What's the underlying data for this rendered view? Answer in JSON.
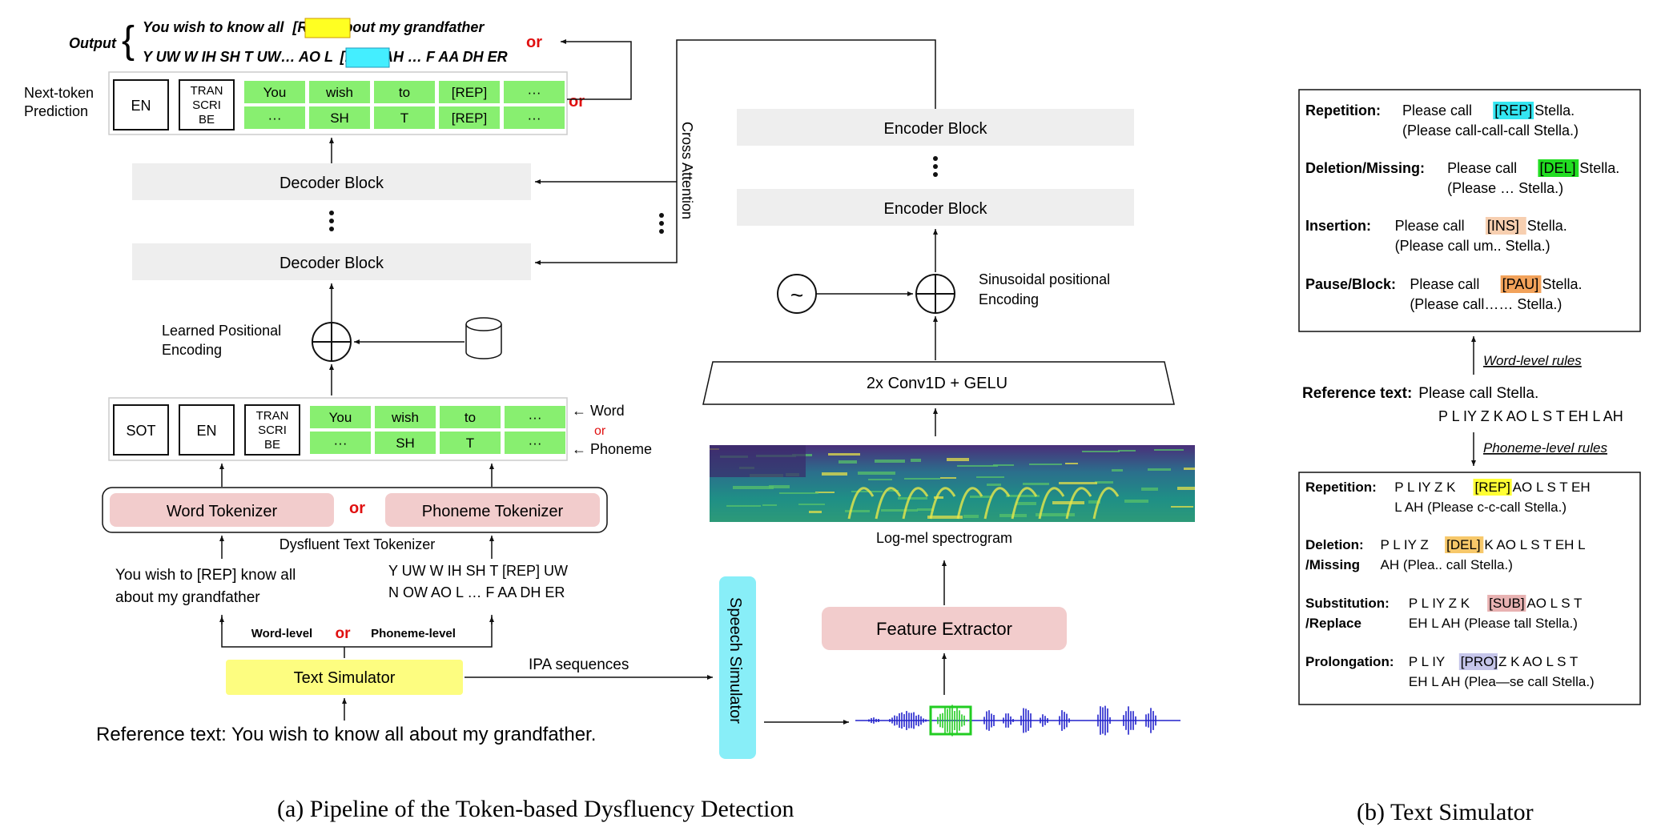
{
  "output": {
    "label": "Output",
    "line1_pre": "You wish to know all ",
    "line1_tag": "[REP]",
    "line1_post": " about my grandfather",
    "line2_pre": "Y UW W IH SH T UW… AO L ",
    "line2_tag": "[REP]",
    "line2_post": " AH … F AA DH ER",
    "or_label": "or"
  },
  "next_token": {
    "label_line1": "Next-token",
    "label_line2": "Prediction",
    "en": "EN",
    "transcribe": [
      "TRAN",
      "SCRI",
      "BE"
    ],
    "word_row": [
      "You",
      "wish",
      "to",
      "[REP]",
      "···"
    ],
    "phoneme_row": [
      "···",
      "SH",
      "T",
      "[REP]",
      "···"
    ],
    "or_label": "or"
  },
  "decoder": {
    "block_label": "Decoder Block",
    "cross_attention": "Cross Attention"
  },
  "learned_pe": {
    "line1": "Learned Positional",
    "line2": "Encoding"
  },
  "input_tokens": {
    "sot": "SOT",
    "en": "EN",
    "transcribe": [
      "TRAN",
      "SCRI",
      "BE"
    ],
    "word_row": [
      "You",
      "wish",
      "to",
      "···"
    ],
    "phoneme_row": [
      "···",
      "SH",
      "T",
      "···"
    ],
    "word_label": "← Word",
    "or_label": "or",
    "phoneme_label": "← Phoneme"
  },
  "tokenizer": {
    "word": "Word Tokenizer",
    "or_label": "or",
    "phoneme": "Phoneme Tokenizer",
    "caption": "Dysfluent Text Tokenizer"
  },
  "sim_text": {
    "word_line1": "You wish to [REP] know all",
    "word_line2": "about my grandfather",
    "ph_line1": "Y UW W IH SH T [REP] UW",
    "ph_line2": "N OW AO L … F AA DH ER",
    "word_level": "Word-level",
    "or_label": "or",
    "phoneme_level": "Phoneme-level"
  },
  "text_simulator": {
    "label": "Text Simulator",
    "ipa": "IPA sequences",
    "reference": "Reference text: You wish to know all about my grandfather."
  },
  "speech_simulator": {
    "label": "Speech Simulator"
  },
  "encoder": {
    "block_label": "Encoder Block",
    "sinusoidal_line1": "Sinusoidal positional",
    "sinusoidal_line2": "Encoding",
    "conv": "2x Conv1D + GELU",
    "spectrogram": "Log-mel spectrogram",
    "feature_extractor": "Feature Extractor"
  },
  "captions": {
    "a": "(a) Pipeline of the Token-based Dysfluency Detection",
    "b": "(b) Text Simulator"
  },
  "panel_b": {
    "top": [
      {
        "type": "Repetition:",
        "pre": "Please call ",
        "tag": "[REP]",
        "post": " Stella.",
        "example": "(Please call-call-call Stella.)",
        "color": "#33e6f2"
      },
      {
        "type": "Deletion/Missing:",
        "pre": "Please call ",
        "tag": "[DEL]",
        "post": " Stella.",
        "example": "(Please … Stella.)",
        "color": "#22dd22"
      },
      {
        "type": "Insertion:",
        "pre": "Please call ",
        "tag": "[INS]",
        "post": " Stella.",
        "example": "(Please call um.. Stella.)",
        "color": "#f7cfb0"
      },
      {
        "type": "Pause/Block:",
        "pre": "Please call ",
        "tag": "[PAU]",
        "post": " Stella.",
        "example": "(Please call…… Stella.)",
        "color": "#f2a25a"
      }
    ],
    "word_rules": "Word-level rules",
    "reference_label": "Reference text:",
    "reference_text": "Please call Stella.",
    "reference_phonemes": "P L IY Z K AO L S T EH L AH",
    "phoneme_rules": "Phoneme-level rules",
    "bottom": [
      {
        "type1": "Repetition:",
        "type2": "",
        "pre": "P L IY Z K ",
        "tag": "[REP]",
        "post": " AO L S T EH",
        "line2": "L AH   (Please c-c-call Stella.)",
        "color": "#ffff33"
      },
      {
        "type1": "Deletion:",
        "type2": "/Missing",
        "pre": "P L IY Z ",
        "tag": "[DEL]",
        "post": " K AO L S T EH L",
        "line2": "AH   (Plea.. call Stella.)",
        "color": "#f7c86a"
      },
      {
        "type1": "Substitution:",
        "type2": "/Replace",
        "pre": "P L IY Z K ",
        "tag": "[SUB]",
        "post": " AO L S T",
        "line2": "EH L AH (Please tall Stella.)",
        "color": "#e8b2b2"
      },
      {
        "type1": "Prolongation:",
        "type2": "",
        "pre": "P L IY ",
        "tag": "[PRO]",
        "post": " Z K AO L S T",
        "line2": "EH L AH (Plea—se call Stella.)",
        "color": "#c5c5ea"
      }
    ]
  },
  "colors": {
    "token_green": "#88ef70",
    "block_gray": "#eeeeee",
    "tokenizer_pink": "#f2cccc",
    "simulator_yellow": "#fdfd80",
    "speech_cyan": "#88eef8",
    "waveform_blue": "#2222cc",
    "waveform_highlight": "#22cc22",
    "or_red": "#e01010",
    "rep_yellow": "#ffff22",
    "rep_cyan": "#44eeff"
  }
}
